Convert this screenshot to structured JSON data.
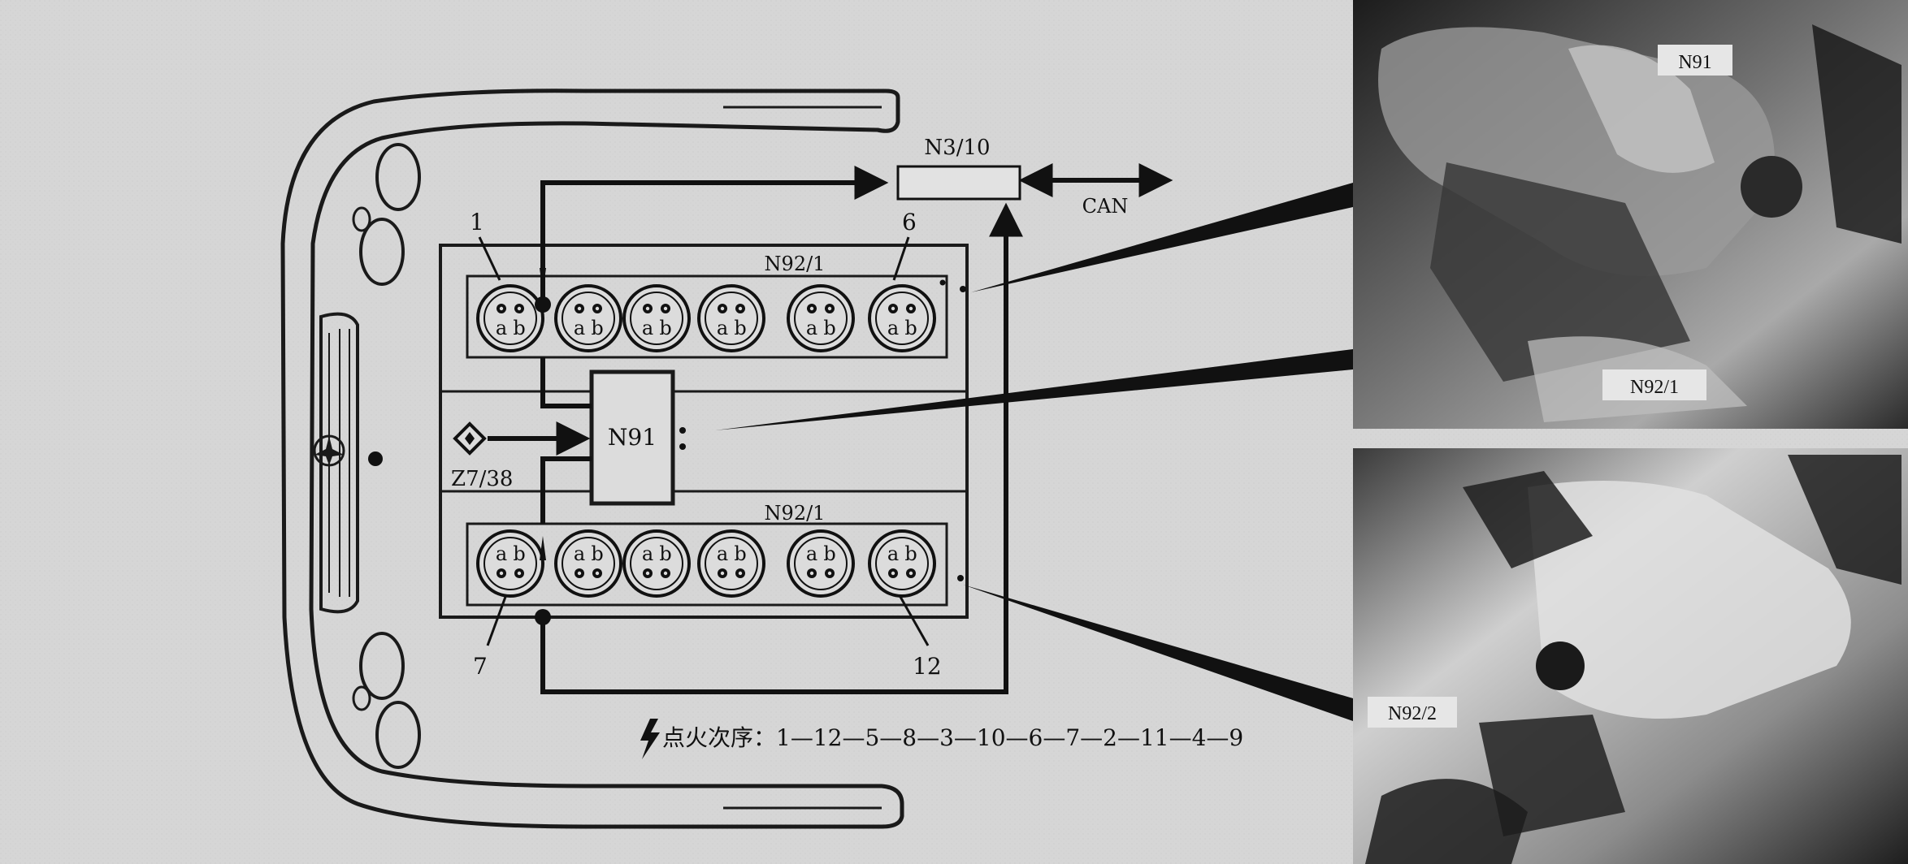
{
  "labels": {
    "ctrl": "N3/10",
    "bus": "CAN",
    "upper_bank": "N92/1",
    "lower_bank": "N92/1",
    "module": "N91",
    "sensor": "Z7/38",
    "num_1": "1",
    "num_6": "6",
    "num_7": "7",
    "num_12": "12",
    "terminal_a": "a",
    "terminal_b": "b"
  },
  "photos": {
    "top_label_1": "N91",
    "top_label_2": "N92/1",
    "bottom_label": "N92/2"
  },
  "firing": {
    "prefix": "点火次序：",
    "sequence": "1—12—5—8—3—10—6—7—2—11—4—9"
  },
  "colors": {
    "ink": "#1a1a1a",
    "paper": "#d9d9d9",
    "photo_dark": "#2b2b2b",
    "photo_mid": "#7a7a7a",
    "photo_light": "#bdbdbd"
  },
  "icons": {
    "sensor": "diamond-sensor-icon",
    "lightning": "lightning-bolt-icon"
  }
}
